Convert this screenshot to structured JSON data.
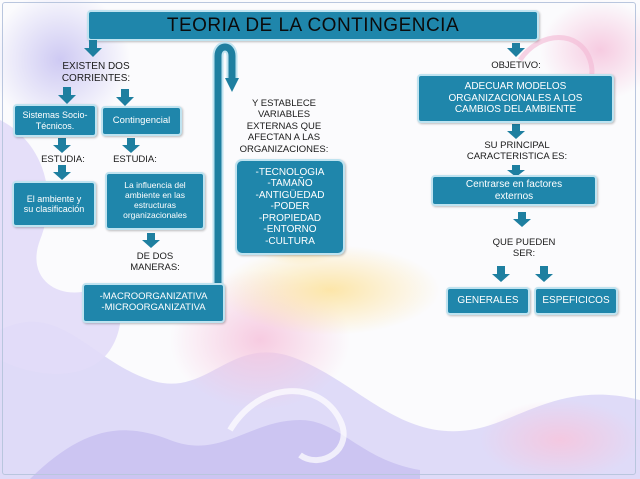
{
  "title": "TEORIA DE LA CONTINGENCIA",
  "left": {
    "intro": "EXISTEN DOS\nCORRIENTES:",
    "branch1": {
      "box": "Sistemas Socio-\nTécnicos.",
      "label": "ESTUDIA:",
      "detail": "El ambiente y\nsu clasificación"
    },
    "branch2": {
      "box": "Contingencial",
      "label": "ESTUDIA:",
      "detail": "La influencia del\nambiente en las\nestructuras\norganizacionales",
      "ways_label": "DE DOS\nMANERAS:",
      "ways": "-MACROORGANIZATIVA\n-MICROORGANIZATIVA"
    }
  },
  "middle": {
    "label": "Y ESTABLECE VARIABLES\nEXTERNAS QUE\nAFECTAN A LAS\nORGANIZACIONES:",
    "variables": "-TECNOLOGIA\n-TAMAÑO\n-ANTIGÜEDAD\n-PODER\n-PROPIEDAD\n-ENTORNO\n-CULTURA"
  },
  "right": {
    "objective_label": "OBJETIVO:",
    "objective": "ADECUAR MODELOS\nORGANIZACIONALES A LOS\nCAMBIOS DEL AMBIENTE",
    "principal_label": "SU PRINCIPAL\nCARACTERISTICA ES:",
    "principal": "Centrarse en factores\nexternos",
    "can_be_label": "QUE PUEDEN\nSER:",
    "option1": "GENERALES",
    "option2": "ESPEFICICOS"
  },
  "colors": {
    "box_fill": "#1f86ab",
    "box_border": "#bfe3f0",
    "arrow": "#1e7fa0"
  }
}
